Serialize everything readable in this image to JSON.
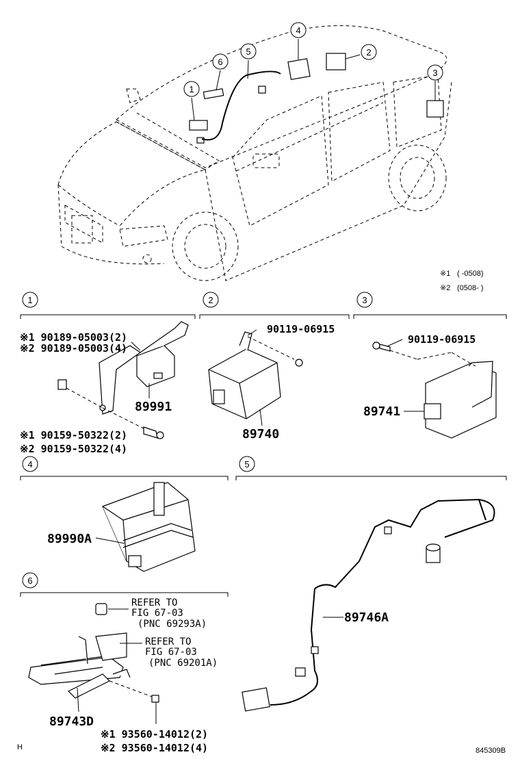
{
  "footer": {
    "left_mark": "H",
    "illustration_code": "845309B"
  },
  "notes": [
    {
      "mark": "※1",
      "text": "(      -0508)"
    },
    {
      "mark": "※2",
      "text": "(0508-      )"
    }
  ],
  "sections": [
    {
      "number": "1",
      "parts": [
        {
          "label": "※1  90189-05003(2)"
        },
        {
          "label": "※2  90189-05003(4)"
        },
        {
          "label": "89991"
        },
        {
          "label": "※1  90159-50322(2)"
        },
        {
          "label": "※2  90159-50322(4)"
        }
      ]
    },
    {
      "number": "2",
      "parts": [
        {
          "label": "90119-06915"
        },
        {
          "label": "89740"
        }
      ]
    },
    {
      "number": "3",
      "parts": [
        {
          "label": "90119-06915"
        },
        {
          "label": "89741"
        }
      ]
    },
    {
      "number": "4",
      "parts": [
        {
          "label": "89990A"
        }
      ]
    },
    {
      "number": "5",
      "parts": [
        {
          "label": "89746A"
        }
      ]
    },
    {
      "number": "6",
      "parts": [
        {
          "label": "REFER TO"
        },
        {
          "label": "FIG 67-03"
        },
        {
          "label": "(PNC 69293A)"
        },
        {
          "label": "REFER TO"
        },
        {
          "label": "FIG 67-03"
        },
        {
          "label": "(PNC 69201A)"
        },
        {
          "label": "89743D"
        },
        {
          "label": "※1  93560-14012(2)"
        },
        {
          "label": "※2  93560-14012(4)"
        }
      ]
    }
  ],
  "vehicle_callouts": [
    "1",
    "2",
    "3",
    "4",
    "5",
    "6"
  ]
}
